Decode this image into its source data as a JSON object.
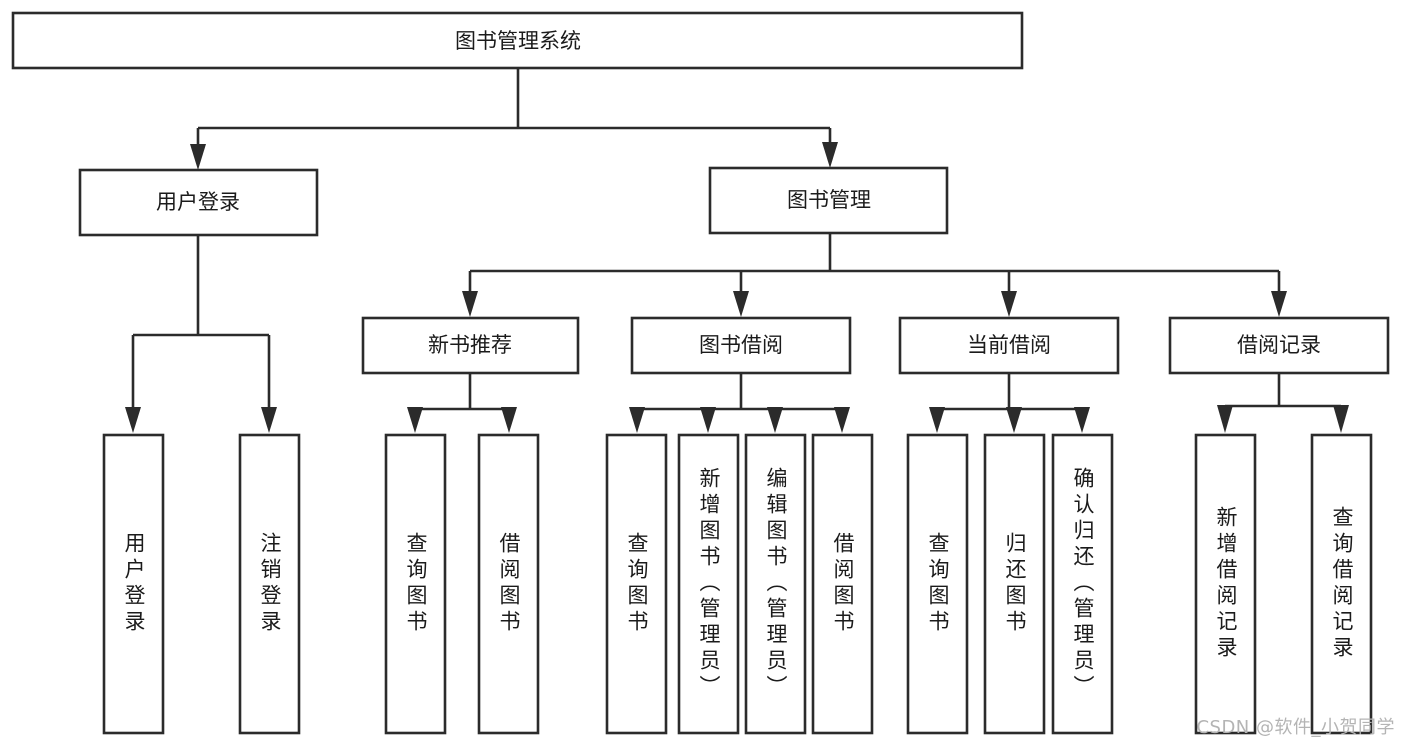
{
  "diagram": {
    "title": "图书管理系统",
    "watermark": "CSDN @软件_小贺同学",
    "type": "tree-hierarchy-diagram",
    "root": {
      "label": "图书管理系统",
      "level": 0
    },
    "level1": [
      {
        "label": "用户登录"
      },
      {
        "label": "图书管理"
      }
    ],
    "level2": [
      {
        "label": "新书推荐",
        "parent": "图书管理"
      },
      {
        "label": "图书借阅",
        "parent": "图书管理"
      },
      {
        "label": "当前借阅",
        "parent": "图书管理"
      },
      {
        "label": "借阅记录",
        "parent": "图书管理"
      }
    ],
    "leaves": {
      "user_login": [
        {
          "label": "用户登录"
        },
        {
          "label": "注销登录"
        }
      ],
      "new_book_recommend": [
        {
          "label": "查询图书"
        },
        {
          "label": "借阅图书"
        }
      ],
      "book_borrow": [
        {
          "label": "查询图书"
        },
        {
          "label": "新增图书（管理员）"
        },
        {
          "label": "编辑图书（管理员）"
        },
        {
          "label": "借阅图书"
        }
      ],
      "current_borrow": [
        {
          "label": "查询图书"
        },
        {
          "label": "归还图书"
        },
        {
          "label": "确认归还（管理员）"
        }
      ],
      "borrow_record": [
        {
          "label": "新增借阅记录"
        },
        {
          "label": "查询借阅记录"
        }
      ]
    },
    "colors": {
      "stroke": "#2b2b2b",
      "fill": "#ffffff",
      "text": "#1b1b1b",
      "watermark": "#b4b4b4"
    }
  }
}
